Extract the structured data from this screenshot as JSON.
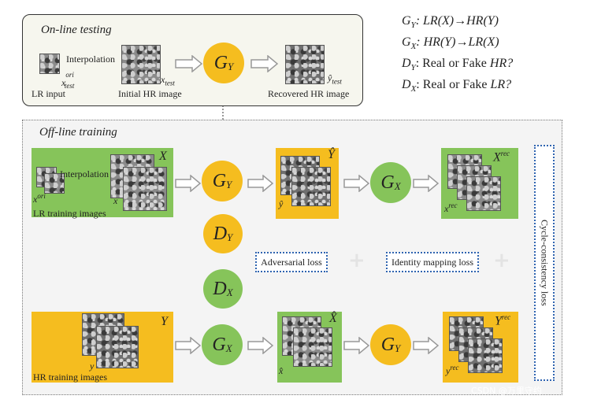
{
  "online": {
    "title": "On-line testing",
    "lr_input_label": "LR input",
    "interpolation_label": "Interpolation",
    "x_ori_test": "x",
    "x_ori_sup": "ori",
    "x_ori_sub": "test",
    "initial_hr_label": "Initial HR image",
    "x_test": "x",
    "x_test_sub": "test",
    "generator": "G",
    "generator_sub": "Y",
    "recovered_label": "Recovered HR image",
    "y_hat": "ŷ",
    "y_hat_sub": "test"
  },
  "legend": [
    {
      "sym": "G",
      "sub": "Y",
      "text": ": LR(X)→HR(Y)"
    },
    {
      "sym": "G",
      "sub": "X",
      "text": ": HR(Y)→LR(X)"
    },
    {
      "sym": "D",
      "sub": "Y",
      "text": ": Real or Fake ",
      "tail": "HR?"
    },
    {
      "sym": "D",
      "sub": "X",
      "text": ": Real or Fake ",
      "tail": "LR?"
    }
  ],
  "offline": {
    "title": "Off-line training",
    "lr_label": "LR training images",
    "lr_interp": "Interpolation",
    "lr_X": "X",
    "lr_x_ori": "x",
    "lr_x_ori_sup": "ori",
    "lr_x": "x",
    "gY_top": {
      "sym": "G",
      "sub": "Y"
    },
    "yhat_box_label": "Ŷ",
    "yhat_small": "ŷ",
    "gX_top": {
      "sym": "G",
      "sub": "X"
    },
    "xrec_label": "X",
    "xrec_sup": "rec",
    "xrec_small": "x",
    "xrec_small_sup": "rec",
    "dY": {
      "sym": "D",
      "sub": "Y"
    },
    "dX": {
      "sym": "D",
      "sub": "X"
    },
    "adversarial": "Adversarial loss",
    "identity": "Identity mapping loss",
    "cycle": "Cycle-consistency loss",
    "hr_label": "HR training images",
    "hr_Y": "Y",
    "hr_y": "y",
    "gX_bot": {
      "sym": "G",
      "sub": "X"
    },
    "xhat_box_label": "X̂",
    "xhat_small": "x̂",
    "gY_bot": {
      "sym": "G",
      "sub": "Y"
    },
    "yrec_label": "Y",
    "yrec_sup": "rec",
    "yrec_small": "y",
    "yrec_small_sup": "rec"
  },
  "watermark": "CSDN @万里守约",
  "colors": {
    "yellow": "#f5bd1f",
    "green": "#86c45a",
    "loss_border": "#2f64b0"
  }
}
